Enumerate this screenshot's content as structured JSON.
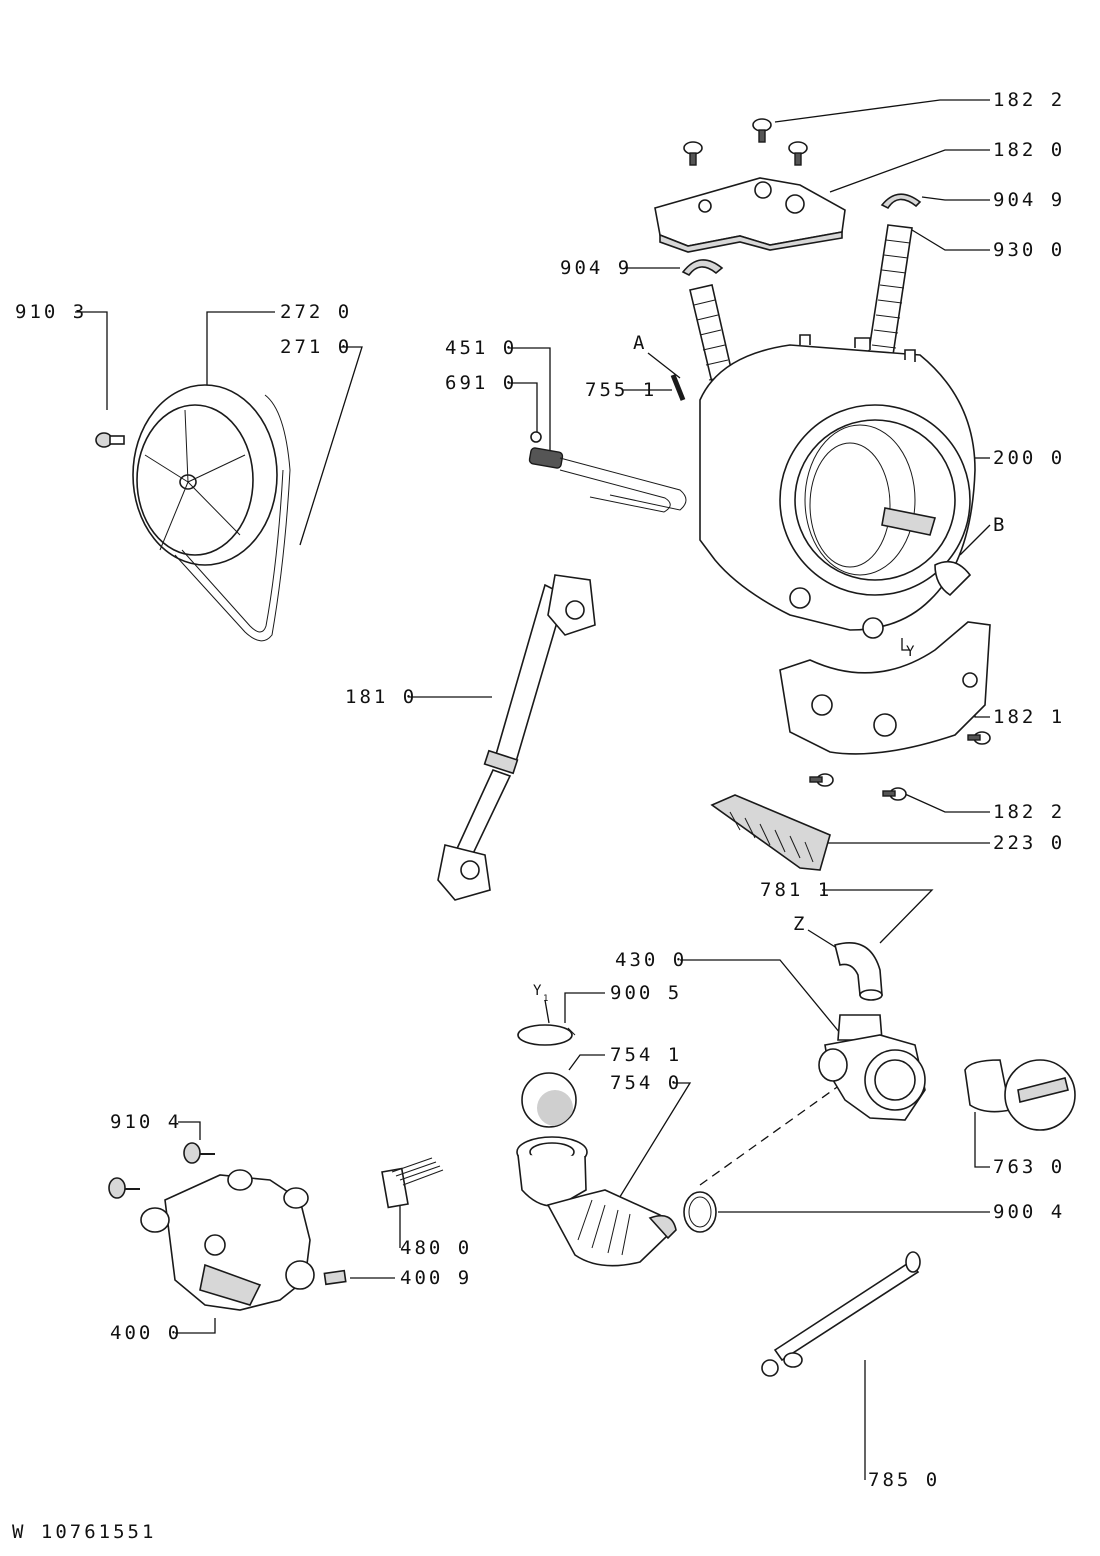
{
  "document_id": "W 10761551",
  "labels": {
    "l_182_2_top": "182 2",
    "l_182_0": "182 0",
    "l_904_9_r": "904 9",
    "l_930_0": "930 0",
    "l_904_9_l": "904 9",
    "l_910_3": "910 3",
    "l_272_0": "272 0",
    "l_271_0": "271 0",
    "l_451_0": "451 0",
    "l_691_0": "691 0",
    "l_A": "A",
    "l_755_1": "755 1",
    "l_200_0": "200 0",
    "l_B": "B",
    "l_Y_drum": "Y",
    "l_181_0": "181 0",
    "l_182_1": "182 1",
    "l_182_2_bot": "182 2",
    "l_223_0": "223 0",
    "l_781_1": "781 1",
    "l_Z": "Z",
    "l_430_0": "430 0",
    "l_Y_pump": "Y",
    "l_900_5": "900 5",
    "l_754_1": "754 1",
    "l_754_0": "754 0",
    "l_910_4": "910 4",
    "l_763_0": "763 0",
    "l_900_4": "900 4",
    "l_480_0": "480 0",
    "l_400_9": "400 9",
    "l_400_0": "400 0",
    "l_785_0": "785 0"
  }
}
